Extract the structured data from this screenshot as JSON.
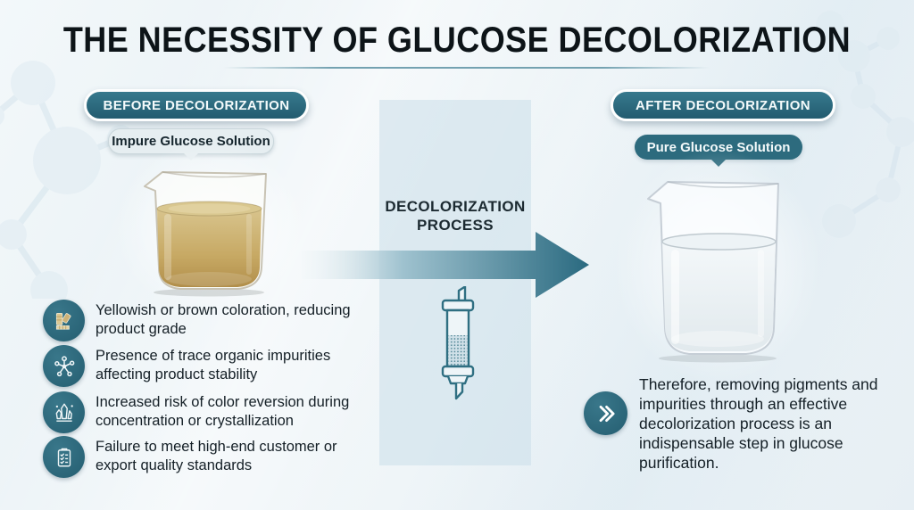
{
  "title": "THE NECESSITY OF GLUCOSE DECOLORIZATION",
  "before": {
    "badge": "BEFORE DECOLORIZATION",
    "label": "Impure Glucose Solution",
    "issues": [
      {
        "icon": "color-swatch-icon",
        "text": "Yellowish or brown coloration, reducing product grade"
      },
      {
        "icon": "molecule-icon",
        "text": "Presence of trace organic impurities affecting product stability"
      },
      {
        "icon": "crystal-icon",
        "text": "Increased risk of color reversion during concentration or crystallization"
      },
      {
        "icon": "clipboard-check-icon",
        "text": "Failure to meet high-end customer or export quality standards"
      }
    ]
  },
  "process": {
    "label": "DECOLORIZATION PROCESS",
    "arrow_icon": "right-arrow-icon",
    "column_icon": "filter-column-icon"
  },
  "after": {
    "badge": "AFTER DECOLORIZATION",
    "label": "Pure Glucose Solution",
    "conclusion_icon": "double-chevron-icon",
    "conclusion": "Therefore, removing pigments and impurities through an effective decolorization process is an indispensable step in glucose purification."
  },
  "colors": {
    "accent_teal": "#2d6b7e",
    "badge_gradient_top": "#37798d",
    "badge_gradient_bottom": "#235c70",
    "process_band": "#cadee9",
    "title_text": "#0d1418",
    "body_text": "#141f26",
    "impure_liquid": "#c4a55e",
    "light_pill": "#e6eef1"
  }
}
